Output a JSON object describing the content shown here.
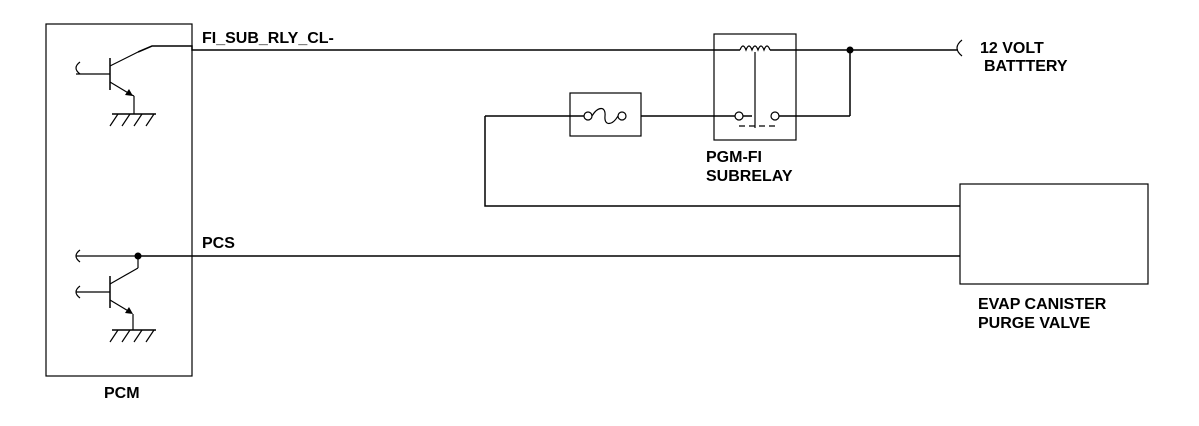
{
  "diagram": {
    "labels": {
      "pcm": "PCM",
      "fi_sub_rly": "FI_SUB_RLY_CL-",
      "pcs": "PCS",
      "battery_line1": "12 VOLT",
      "battery_line2": "BATTTERY",
      "relay_line1": "PGM-FI",
      "relay_line2": "SUBRELAY",
      "valve_line1": "EVAP CANISTER",
      "valve_line2": "PURGE VALVE"
    }
  }
}
